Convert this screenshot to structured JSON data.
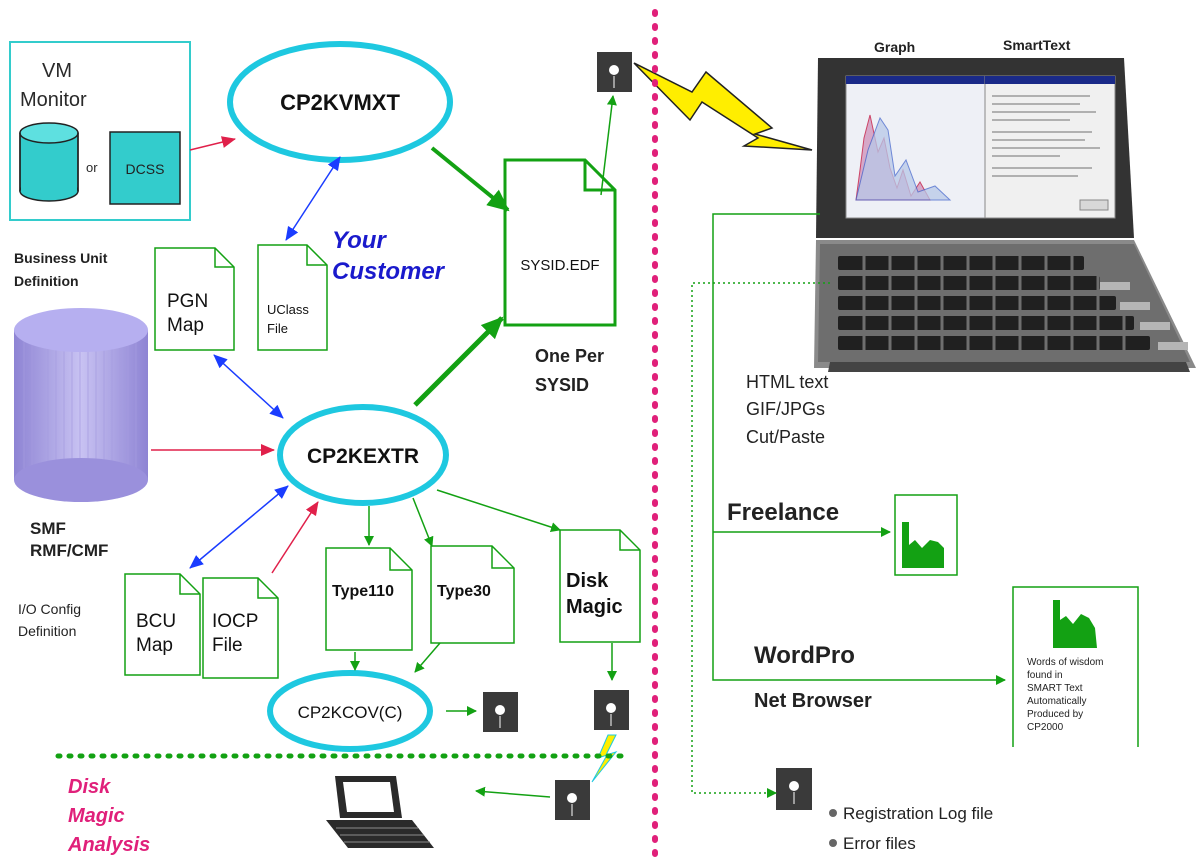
{
  "nodes": {
    "cp2kvmxt": "CP2KVMXT",
    "cp2kextr": "CP2KEXTR",
    "cp2kcov": "CP2KCOV(C)"
  },
  "vm": {
    "line1": "VM",
    "line2": "Monitor",
    "or": "or",
    "dcss": "DCSS"
  },
  "your_customer": {
    "line1": "Your",
    "line2": "Customer"
  },
  "business_unit": {
    "line1": "Business Unit",
    "line2": "Definition"
  },
  "smf": {
    "line1": "SMF",
    "line2": "RMF/CMF"
  },
  "io_config": {
    "line1": "I/O Config",
    "line2": "Definition"
  },
  "docs": {
    "pgn_map": [
      "PGN",
      "Map"
    ],
    "uclass_file": [
      "UClass",
      "File"
    ],
    "sysid_edf": [
      "SYSID.EDF"
    ],
    "bcu_map": [
      "BCU",
      "Map"
    ],
    "iocp_file": [
      "IOCP",
      "File"
    ],
    "type110": [
      "Type110"
    ],
    "type30": [
      "Type30"
    ],
    "disk_magic": [
      "Disk",
      "Magic"
    ]
  },
  "one_per": {
    "line1": "One Per",
    "line2": "SYSID"
  },
  "disk_magic_analysis": [
    "Disk",
    "Magic",
    "Analysis"
  ],
  "laptop": {
    "graph_label": "Graph",
    "smarttext_label": "SmartText"
  },
  "outputs": {
    "formats": [
      "HTML text",
      "GIF/JPGs",
      "Cut/Paste"
    ],
    "freelance": "Freelance",
    "wordpro": "WordPro",
    "net_browser": "Net Browser"
  },
  "wisdom_doc": [
    "Words of wisdom",
    "found in",
    "SMART Text",
    "Automatically",
    "Produced by",
    "CP2000"
  ],
  "logs": {
    "registration": "Registration Log file",
    "errors": "Error files"
  },
  "colors": {
    "ellipse": "#1ec8e0",
    "cyan_fill": "#33cccc",
    "green": "#13a113",
    "blue_arrow": "#1a3cff",
    "red_arrow": "#e0204a",
    "magenta": "#e0207a",
    "dark": "#2a2a2a"
  }
}
